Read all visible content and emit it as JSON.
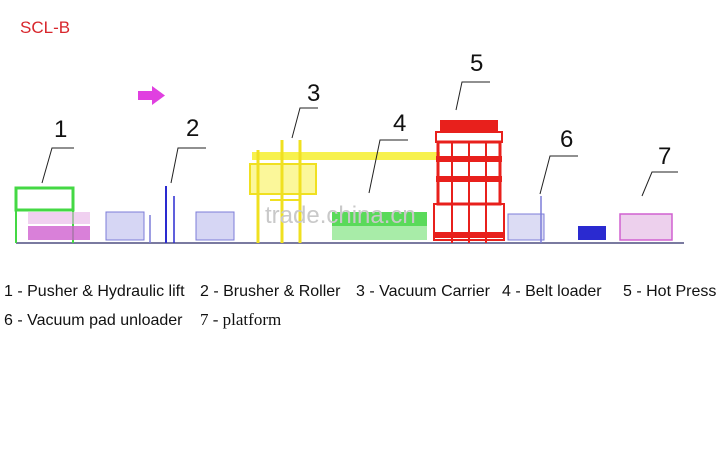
{
  "title": "SCL-B",
  "watermark": "trade.china.cn",
  "colors": {
    "title": "#d8262c",
    "arrow": "#e040e0",
    "pusher": "#44d844",
    "brusher": "#7c7cd8",
    "vacuum_carrier": "#f6f03a",
    "belt_loader": "#44d844",
    "hot_press": "#e8201c",
    "unloader": "#7c7cd8",
    "platform": "#d060d0"
  },
  "callouts": [
    {
      "num": "1",
      "color_key": "pusher"
    },
    {
      "num": "2",
      "color_key": "brusher"
    },
    {
      "num": "3",
      "color_key": "vacuum_carrier"
    },
    {
      "num": "4",
      "color_key": "belt_loader"
    },
    {
      "num": "5",
      "color_key": "hot_press"
    },
    {
      "num": "6",
      "color_key": "unloader"
    },
    {
      "num": "7",
      "color_key": "platform"
    }
  ],
  "legend": [
    "1 - Pusher & Hydraulic lift",
    "2 - Brusher & Roller",
    "3 - Vacuum Carrier",
    "4 - Belt loader",
    "5 - Hot Press",
    "6 - Vacuum pad unloader",
    "7 - platform"
  ]
}
